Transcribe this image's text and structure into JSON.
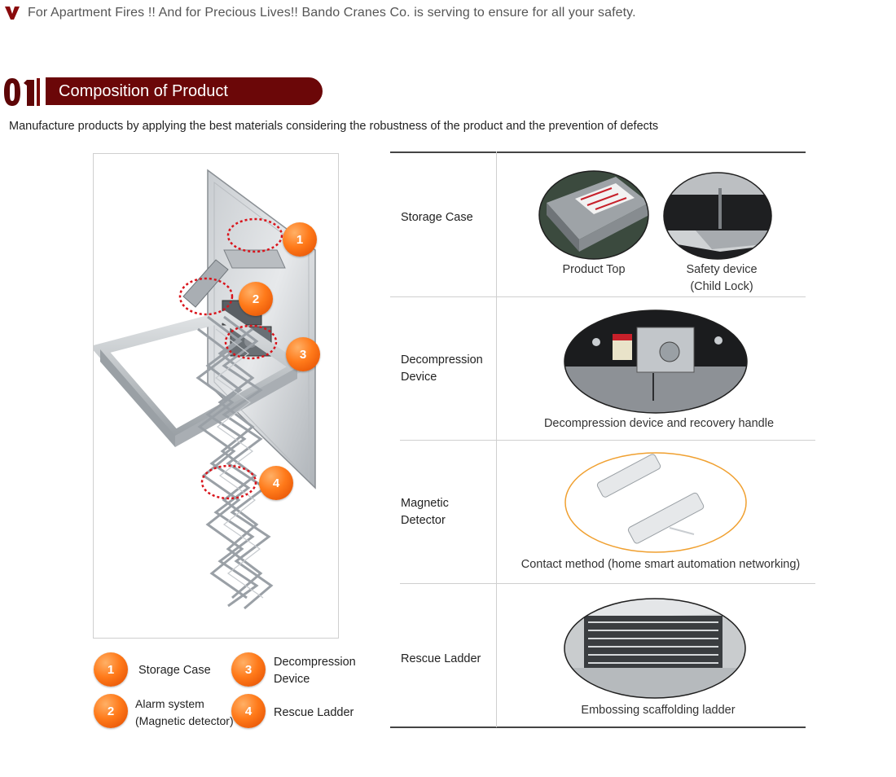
{
  "tagline": {
    "icon": "v-mark-icon",
    "text": "For Apartment Fires !! And for Precious Lives!! Bando Cranes Co. is serving to ensure for all your safety."
  },
  "section": {
    "number": "01",
    "title": "Composition of Product"
  },
  "intro": "Manufacture products by applying the best materials considering the robustness of the product and the prevention of defects",
  "figure": {
    "markers": [
      "1",
      "2",
      "3",
      "4"
    ]
  },
  "legend": [
    {
      "number": "1",
      "line1": "Storage Case",
      "line2": ""
    },
    {
      "number": "3",
      "line1": "Decompression",
      "line2": "Device"
    },
    {
      "number": "2",
      "line1": "Alarm system",
      "line2": "(Magnetic detector)"
    },
    {
      "number": "4",
      "line1": "Rescue Ladder",
      "line2": ""
    }
  ],
  "rows": [
    {
      "label_line1": "Storage Case",
      "label_line2": "",
      "captions": [
        {
          "line1": "Product Top",
          "line2": ""
        },
        {
          "line1": "Safety device",
          "line2": "(Child Lock)"
        }
      ]
    },
    {
      "label_line1": "Decompression",
      "label_line2": "Device",
      "captions": [
        {
          "line1": "Decompression device and recovery handle",
          "line2": ""
        }
      ]
    },
    {
      "label_line1": "Magnetic",
      "label_line2": "Detector",
      "captions": [
        {
          "line1": "Contact method (home smart automation networking)",
          "line2": ""
        }
      ]
    },
    {
      "label_line1": "Rescue Ladder",
      "label_line2": "",
      "captions": [
        {
          "line1": "Embossing scaffolding ladder",
          "line2": ""
        }
      ]
    }
  ],
  "colors": {
    "brand_dark_red": "#6b0708",
    "marker_orange": "#ff7a1a",
    "marker_circle_red": "#d9141b",
    "magnetic_frame_orange": "#f0a030"
  }
}
